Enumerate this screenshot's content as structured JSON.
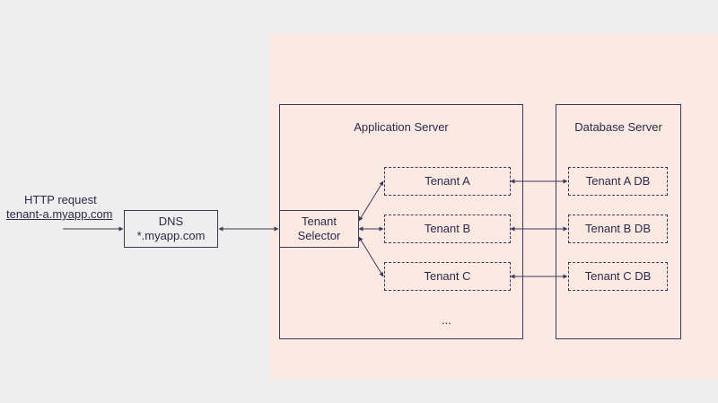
{
  "request": {
    "title": "HTTP request",
    "url": "tenant-a.myapp.com"
  },
  "dns": {
    "line1": "DNS",
    "line2": "*.myapp.com"
  },
  "app_server": {
    "title": "Application Server",
    "selector": {
      "line1": "Tenant",
      "line2": "Selector"
    },
    "tenants": [
      "Tenant A",
      "Tenant B",
      "Tenant C"
    ],
    "more": "..."
  },
  "db_server": {
    "title": "Database Server",
    "dbs": [
      "Tenant A DB",
      "Tenant B DB",
      "Tenant C DB"
    ]
  },
  "colors": {
    "background": "#eeeeee",
    "zone": "#fce9e2",
    "stroke": "#3a3a5c"
  }
}
